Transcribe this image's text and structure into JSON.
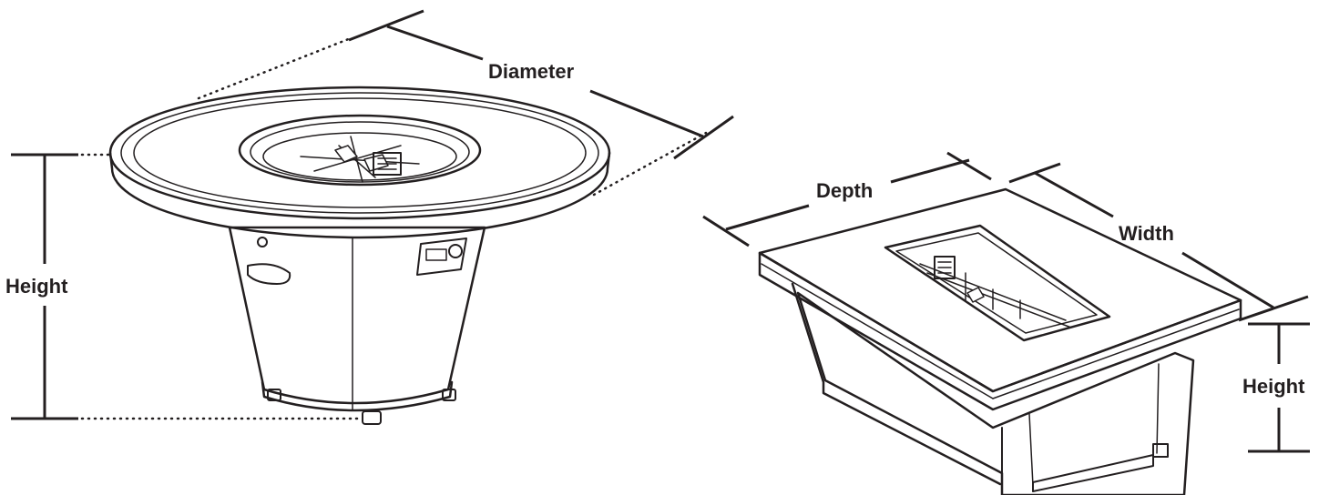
{
  "labels": {
    "diameter": "Diameter",
    "round_height": "Height",
    "depth": "Depth",
    "width": "Width",
    "rect_height": "Height"
  },
  "colors": {
    "ink": "#231f20",
    "background": "#ffffff"
  }
}
